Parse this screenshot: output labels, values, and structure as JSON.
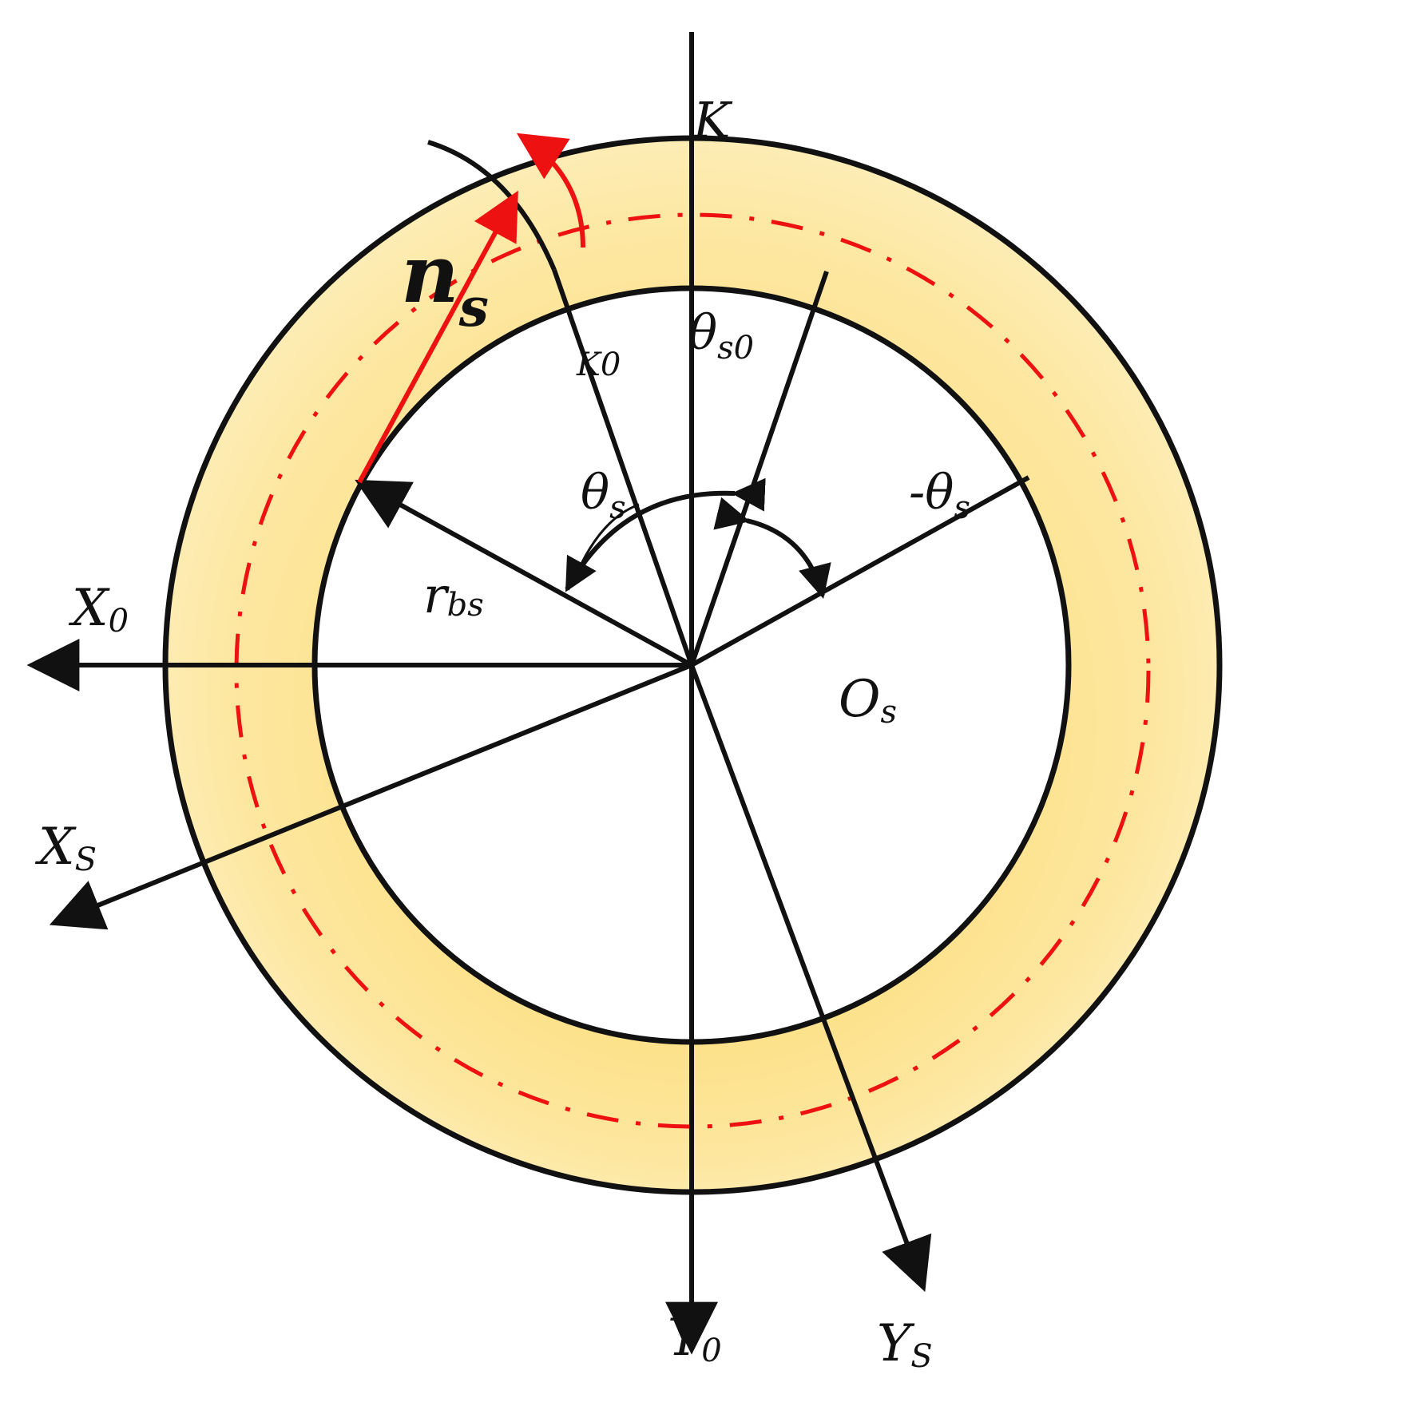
{
  "colors": {
    "ring_light": "#fdf0c2",
    "ring_dark": "#fdd866",
    "stroke": "#111111",
    "accent_red": "#ee1111"
  },
  "labels": {
    "x0": "X",
    "x0_sub": "0",
    "xs": "X",
    "xs_sub": "S",
    "y0": "Y",
    "y0_sub": "0",
    "ys": "Y",
    "ys_sub": "S",
    "origin": "O",
    "origin_sub": "s",
    "k": "K",
    "k0": "K0",
    "theta_s0": "θ",
    "theta_s0_sub": "s0",
    "theta_s": "θ",
    "theta_s_sub": "s",
    "neg_theta_s": "-θ",
    "neg_theta_s_sub": "s",
    "r_bs": "r",
    "r_bs_sub": "bs",
    "n_s": "n",
    "n_s_sub": "s"
  }
}
